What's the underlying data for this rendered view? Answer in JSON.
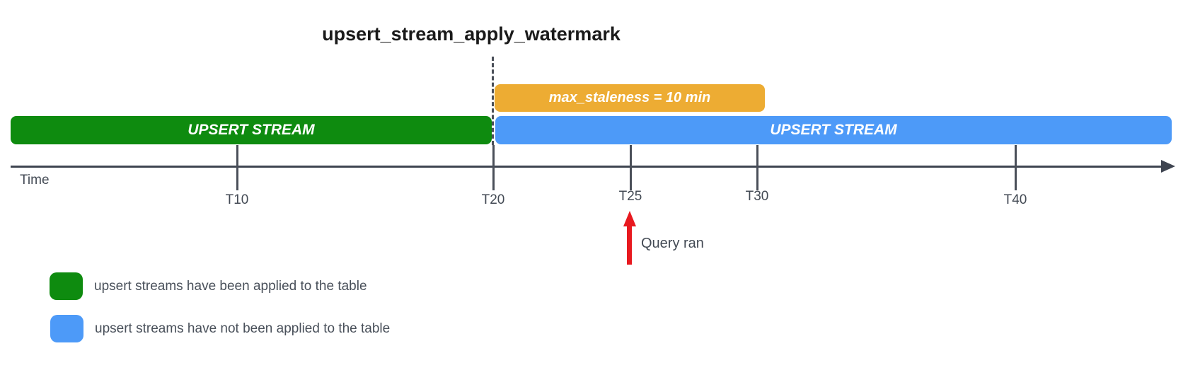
{
  "title": "upsert_stream_apply_watermark",
  "bars": {
    "staleness": {
      "label": "max_staleness = 10 min",
      "color": "#EDAC33"
    },
    "applied": {
      "label": "UPSERT STREAM",
      "color": "#0E8B0F"
    },
    "pending": {
      "label": "UPSERT STREAM",
      "color": "#4D9AF8"
    }
  },
  "timeline": {
    "axis_label": "Time",
    "axis_color": "#3E4450",
    "ticks": [
      {
        "label": "T10"
      },
      {
        "label": "T20"
      },
      {
        "label": "T25"
      },
      {
        "label": "T30"
      },
      {
        "label": "T40"
      }
    ]
  },
  "annotation": {
    "query_ran_label": "Query ran",
    "arrow_color": "#E8191F"
  },
  "legend": {
    "items": [
      {
        "swatch_color": "#0E8B0F",
        "label": "upsert streams have been applied to the table"
      },
      {
        "swatch_color": "#4D9AF8",
        "label": "upsert streams have not been applied to the table"
      }
    ]
  }
}
